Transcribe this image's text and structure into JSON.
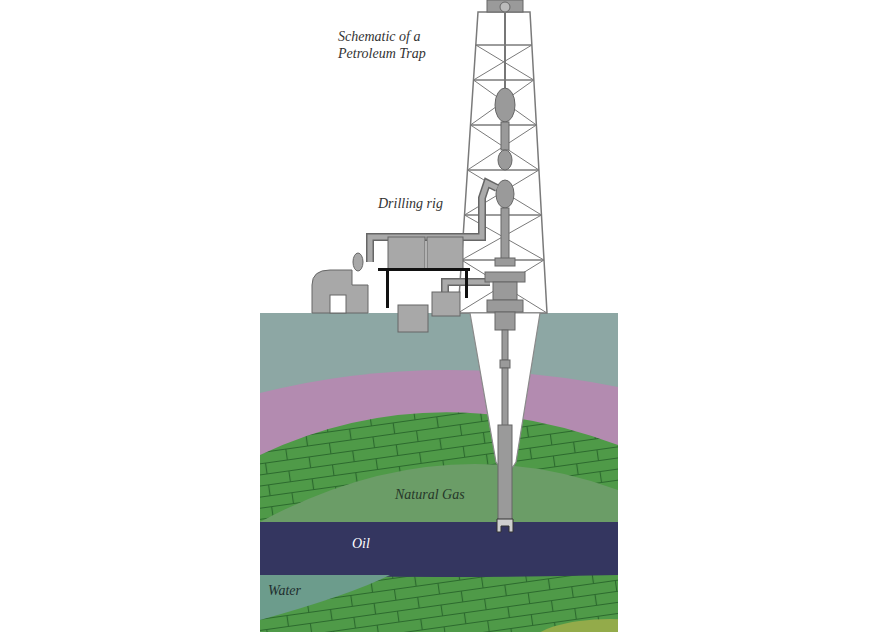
{
  "diagram": {
    "title": "Schematic of a Petroleum Trap",
    "nodes": [
      {
        "text": [
          "Natural Gas"
        ]
      },
      {
        "text": [
          "Oil"
        ]
      },
      {
        "text": [
          "Water"
        ]
      }
    ],
    "labels": [
      "Drilling rig"
    ]
  }
}
